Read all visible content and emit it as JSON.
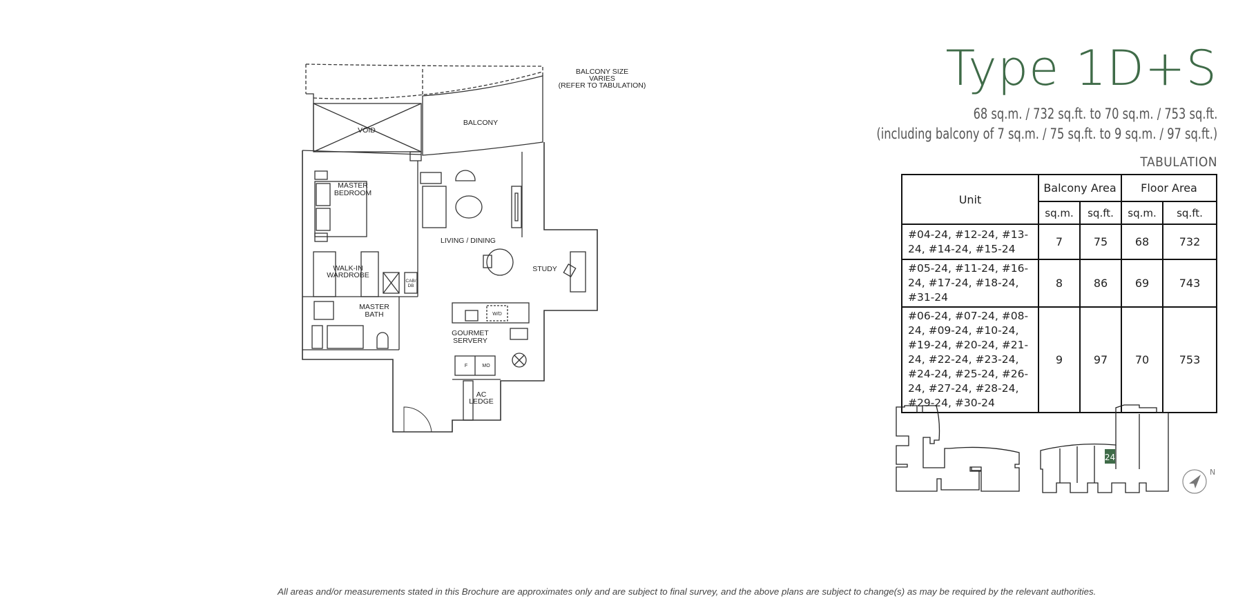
{
  "header": {
    "title": "Type 1D+S",
    "area_line1": "68 sq.m. / 732 sq.ft. to 70 sq.m. / 753 sq.ft.",
    "area_line2": "(including balcony of 7 sq.m. / 75 sq.ft. to 9 sq.m. / 97 sq.ft.)",
    "accent_color": "#3f6b48"
  },
  "tabulation": {
    "label": "TABULATION",
    "headers": {
      "unit": "Unit",
      "balcony": "Balcony Area",
      "floor": "Floor Area",
      "sqm": "sq.m.",
      "sqft": "sq.ft."
    },
    "rows": [
      {
        "units": "#04-24, #12-24, #13-24, #14-24, #15-24",
        "balcony_sqm": "7",
        "balcony_sqft": "75",
        "floor_sqm": "68",
        "floor_sqft": "732"
      },
      {
        "units": "#05-24, #11-24, #16-24, #17-24, #18-24, #31-24",
        "balcony_sqm": "8",
        "balcony_sqft": "86",
        "floor_sqm": "69",
        "floor_sqft": "743"
      },
      {
        "units": "#06-24, #07-24, #08-24, #09-24, #10-24, #19-24, #20-24, #21-24, #22-24, #23-24, #24-24, #25-24, #26-24, #27-24, #28-24, #29-24, #30-24",
        "balcony_sqm": "9",
        "balcony_sqft": "97",
        "floor_sqm": "70",
        "floor_sqft": "753"
      }
    ]
  },
  "floor_plan": {
    "balcony_note": [
      "BALCONY SIZE",
      "VARIES",
      "(REFER TO TABULATION)"
    ],
    "rooms": {
      "balcony": "BALCONY",
      "void": "VOID",
      "master_bedroom": [
        "MASTER",
        "BEDROOM"
      ],
      "living_dining": "LIVING / DINING",
      "study": "STUDY",
      "walk_in_wardrobe": [
        "WALK-IN",
        "WARDROBE"
      ],
      "cab_db": [
        "CAB/",
        "DB"
      ],
      "master_bath": [
        "MASTER",
        "BATH"
      ],
      "wd": "W/D",
      "gourmet_servery": [
        "GOURMET",
        "SERVERY"
      ],
      "fridge": "F",
      "microwave": "MO",
      "ac_ledge": [
        "AC",
        "LEDGE"
      ]
    }
  },
  "key_plan": {
    "unit_highlight": "24",
    "highlight_color": "#3f6b48",
    "compass_label": "N",
    "icon": "north-arrow-icon"
  },
  "footnote": "All areas and/or measurements stated in this Brochure are approximates only and are subject to final survey, and the above plans are subject to change(s) as may be required by the relevant authorities."
}
